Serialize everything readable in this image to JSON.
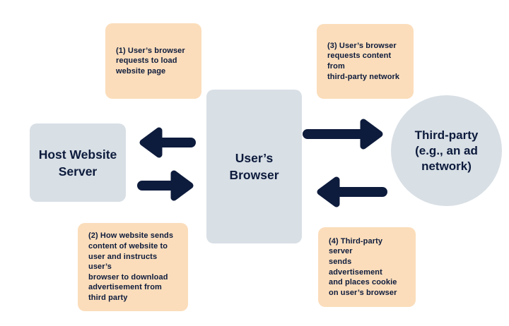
{
  "colors": {
    "background": "#ffffff",
    "note_fill": "#fbddbb",
    "node_fill": "#d8dfe5",
    "text": "#0d1b3c",
    "arrow": "#0d1b3c"
  },
  "nodes": {
    "host_server": {
      "label": "Host Website\nServer"
    },
    "user_browser": {
      "label": "User’s\nBrowser"
    },
    "third_party": {
      "label": "Third-party\n(e.g., an ad\nnetwork)"
    }
  },
  "notes": {
    "step1": {
      "text": "(1) User’s browser\nrequests to load\nwebsite page"
    },
    "step2": {
      "text": "(2) How website sends\ncontent of website to\nuser and instructs user’s\nbrowser to download\nadvertisement from\nthird party"
    },
    "step3": {
      "text": "(3) User’s browser\nrequests content from\nthird-party network"
    },
    "step4": {
      "text": "(4) Third-party server\nsends advertisement\nand places cookie\non user’s browser"
    }
  },
  "arrows": {
    "arrow1": {
      "from": "User’s Browser",
      "to": "Host Website Server",
      "direction": "left"
    },
    "arrow2": {
      "from": "Host Website Server",
      "to": "User’s Browser",
      "direction": "right"
    },
    "arrow3": {
      "from": "User’s Browser",
      "to": "Third-party",
      "direction": "right"
    },
    "arrow4": {
      "from": "Third-party",
      "to": "User’s Browser",
      "direction": "left"
    }
  }
}
